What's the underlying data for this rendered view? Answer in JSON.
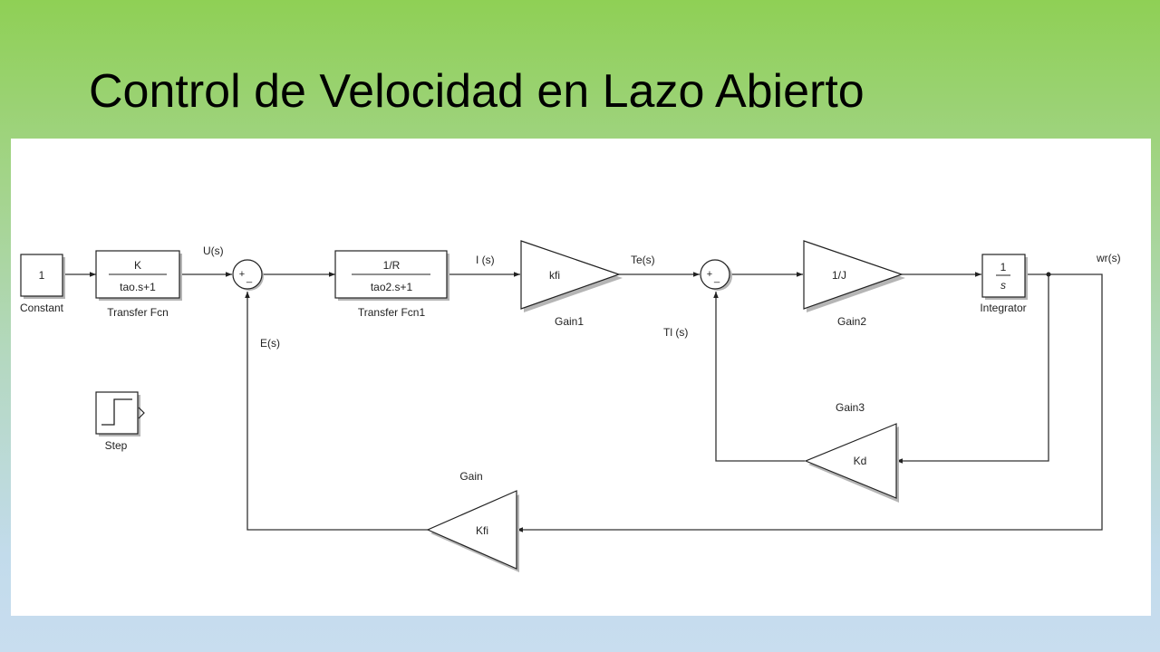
{
  "title": "Control de Velocidad en Lazo Abierto",
  "blocks": {
    "constant": {
      "value": "1",
      "label": "Constant"
    },
    "transfer_fcn": {
      "num": "K",
      "den": "tao.s+1",
      "label": "Transfer Fcn"
    },
    "transfer_fcn1": {
      "num": "1/R",
      "den": "tao2.s+1",
      "label": "Transfer Fcn1"
    },
    "gain1": {
      "value": "kfi",
      "label": "Gain1"
    },
    "gain2": {
      "value": "1/J",
      "label": "Gain2"
    },
    "integrator": {
      "num": "1",
      "den": "s",
      "label": "Integrator"
    },
    "gain3": {
      "value": "Kd",
      "label": "Gain3"
    },
    "gain": {
      "value": "Kfi",
      "label": "Gain"
    },
    "step": {
      "label": "Step"
    }
  },
  "sums": {
    "sum1": {
      "plus": "+",
      "minus": "_"
    },
    "sum2": {
      "plus": "+",
      "minus": "_"
    }
  },
  "signals": {
    "u": "U(s)",
    "i": "I (s)",
    "te": "Te(s)",
    "tl": "Tl (s)",
    "e": "E(s)",
    "wr": "wr(s)"
  }
}
